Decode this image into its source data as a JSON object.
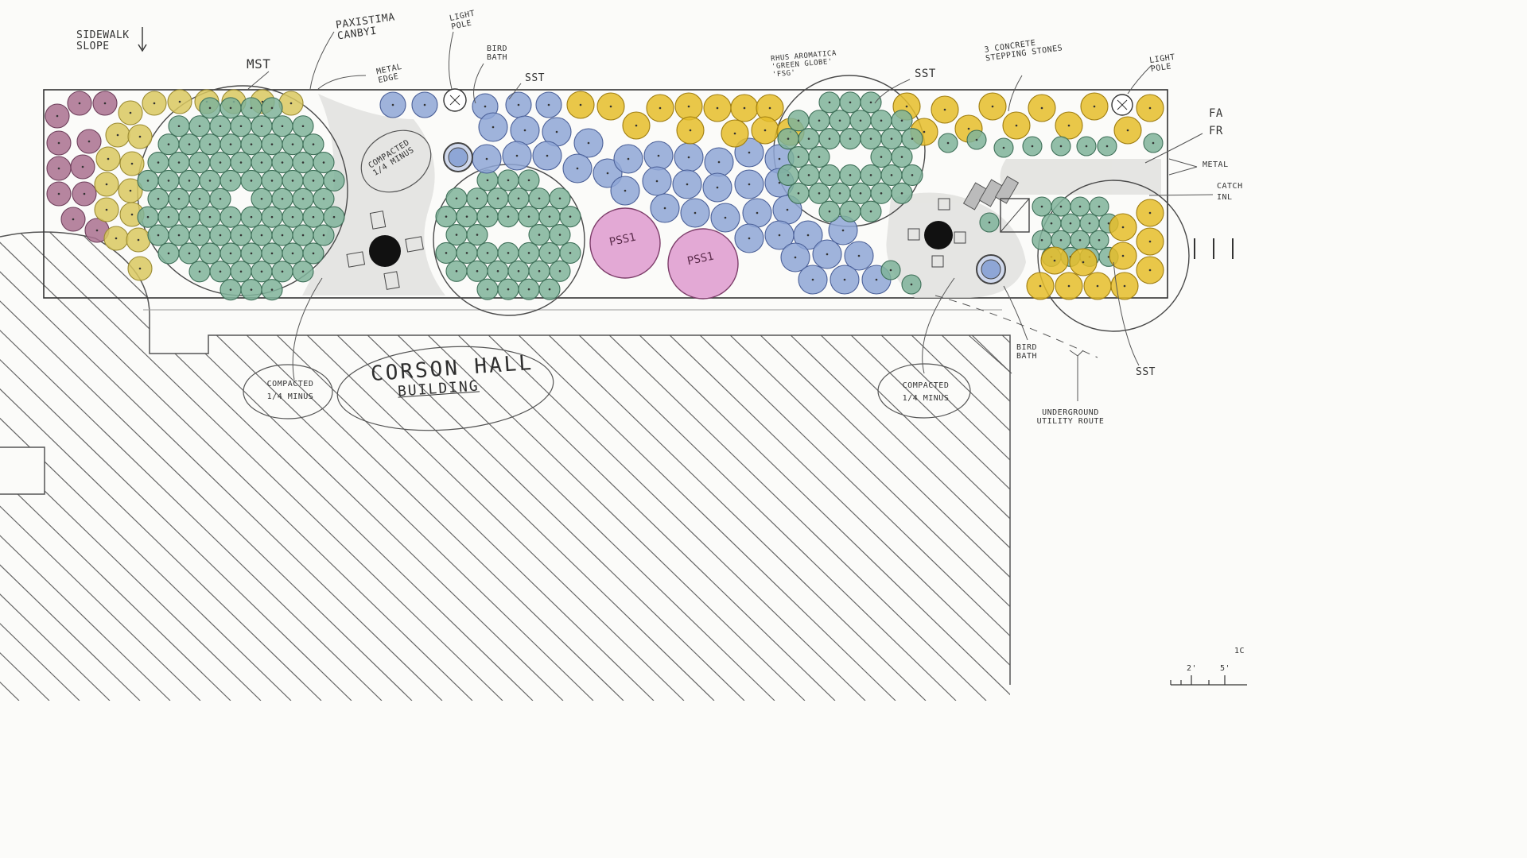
{
  "labels": {
    "sidewalk_slope": "Sidewalk Slope",
    "paxistima": "Paxistima Canbyi",
    "mst": "MST",
    "light_pole_1": "Light Pole",
    "bird_bath_1": "Bird Bath",
    "metal_edge_1": "Metal Edge",
    "sst_1": "SST",
    "rhus": "Rhus Aromatica 'Green Globe' 'FSG'",
    "sst_2": "SST",
    "stepping_stones": "3 Concrete Stepping Stones",
    "light_pole_2": "Light Pole",
    "fa_fr": "FA FR",
    "metal_edge_2": "Metal",
    "catch_inl": "Catch Inl",
    "compacted_inside": "Compacted 1/4 Minus",
    "pss1_a": "PSS1",
    "pss1_b": "PSS1",
    "compacted_left": "Compacted 1/4 Minus",
    "corson_hall": "Corson Hall",
    "building": "Building",
    "compacted_right": "Compacted 1/4 Minus",
    "bird_bath_2": "Bird Bath",
    "underground_utility": "Underground Utility Route",
    "sst_3": "SST",
    "scale_2": "2'",
    "scale_5": "5'",
    "scale_edge": "1C"
  },
  "colors": {
    "paper": "#fbfbf9",
    "ink": "#2f2f2f",
    "green_shrub": "#7fb39a",
    "blue_shrub": "#8ea6d6",
    "yellow_shrub": "#e5bd2a",
    "olive_shrub": "#d9c860",
    "purple_shrub": "#a9708f",
    "pss_fill": "#e3a9d5",
    "compacted_gravel": "#d9d9d6"
  },
  "icons": [
    "bench-icon",
    "light-pole-icon",
    "bird-bath-icon",
    "sidewalk-slope-arrow-icon"
  ]
}
